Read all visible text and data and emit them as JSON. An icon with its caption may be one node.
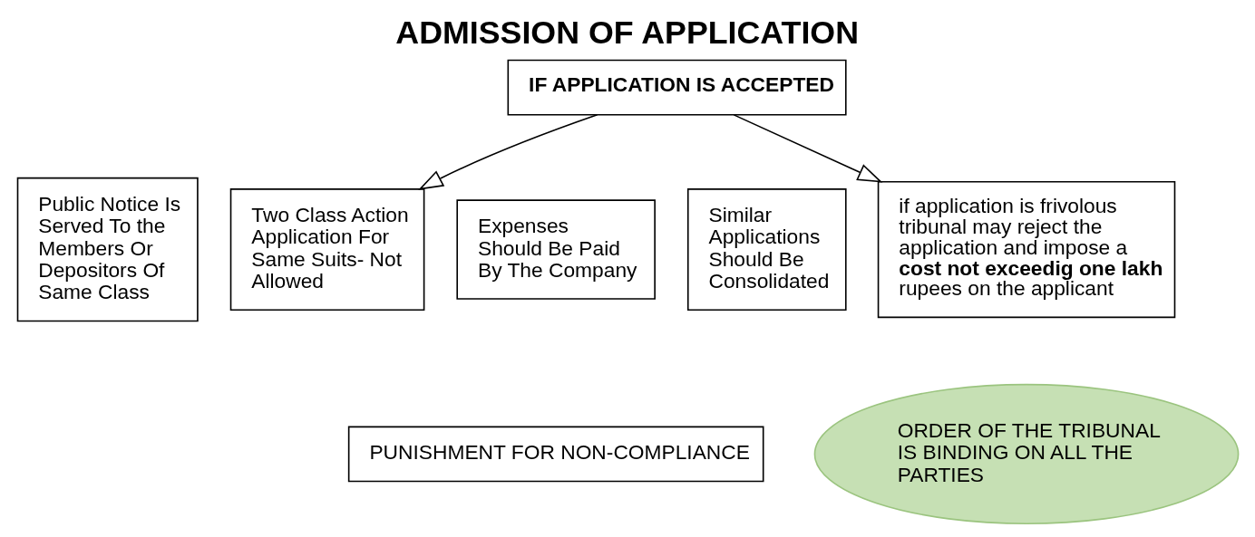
{
  "diagram": {
    "title": "ADMISSION OF APPLICATION",
    "nodes": [
      {
        "text": [
          "Public Notice Is Served To the Members Or Depositors Of Same Class"
        ]
      },
      {
        "text": [
          "Two Class Action Application For Same Suits- Not Allowed"
        ]
      },
      {
        "text": [
          "Expenses Should Be Paid By The Company"
        ]
      },
      {
        "text": [
          "Similar Applications Should Be Consolidated"
        ]
      },
      {
        "text": [
          "**IF APPLICATION IS ACCEPTED**"
        ]
      },
      {
        "text": [
          "if application is frivolous tribunal may reject the application and impose a **cost not exceedig one lakh** rupees on the applicant"
        ]
      },
      {
        "text": [
          "ORDER OF THE TRIBUNAL IS BINDING ON ALL THE PARTIES"
        ]
      },
      {
        "text": [
          "PUNISHMENT FOR NON-COMPLIANCE"
        ]
      }
    ],
    "edges": [
      {
        "from": 4,
        "to": 1,
        "arrow": "to"
      },
      {
        "from": 4,
        "to": 5,
        "arrow": "to"
      }
    ]
  }
}
